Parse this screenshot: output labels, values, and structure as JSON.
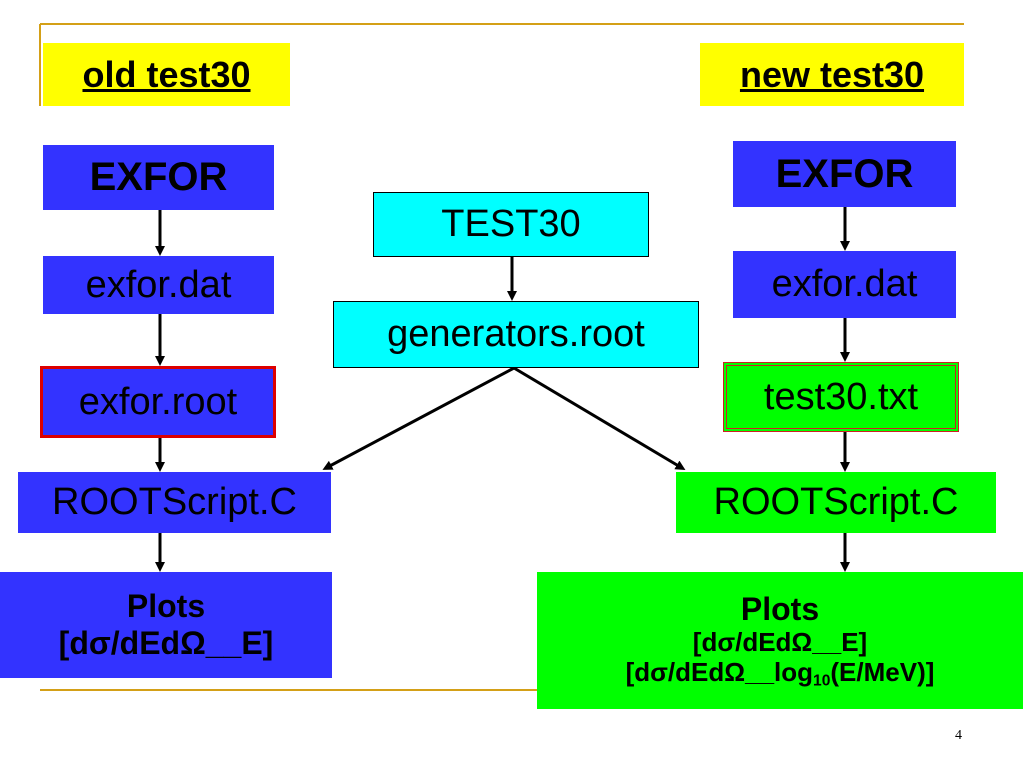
{
  "left_title": "old test30",
  "right_title": "new test30",
  "center": {
    "test30": "TEST30",
    "generators": "generators.root"
  },
  "left": {
    "exfor": "EXFOR",
    "exfor_dat": "exfor.dat",
    "exfor_root": "exfor.root",
    "script": "ROOTScript.C",
    "plots_title": "Plots",
    "plots_line1": "[dσ/dEdΩ__E]"
  },
  "right": {
    "exfor": "EXFOR",
    "exfor_dat": "exfor.dat",
    "test30_txt": "test30.txt",
    "script": "ROOTScript.C",
    "plots_title": "Plots",
    "plots_line1": "[dσ/dEdΩ__E]",
    "plots_line2_pre": "[dσ/dEdΩ__log",
    "plots_line2_sub": "10",
    "plots_line2_post": "(E/MeV)]"
  },
  "page_number": "4",
  "colors": {
    "blue_box": "#3333ff",
    "cyan_box": "#00ffff",
    "green_box": "#00ff00",
    "title_highlight": "#ffff00",
    "rule_line": "#d4a017",
    "highlight_border": "#dd0000"
  }
}
